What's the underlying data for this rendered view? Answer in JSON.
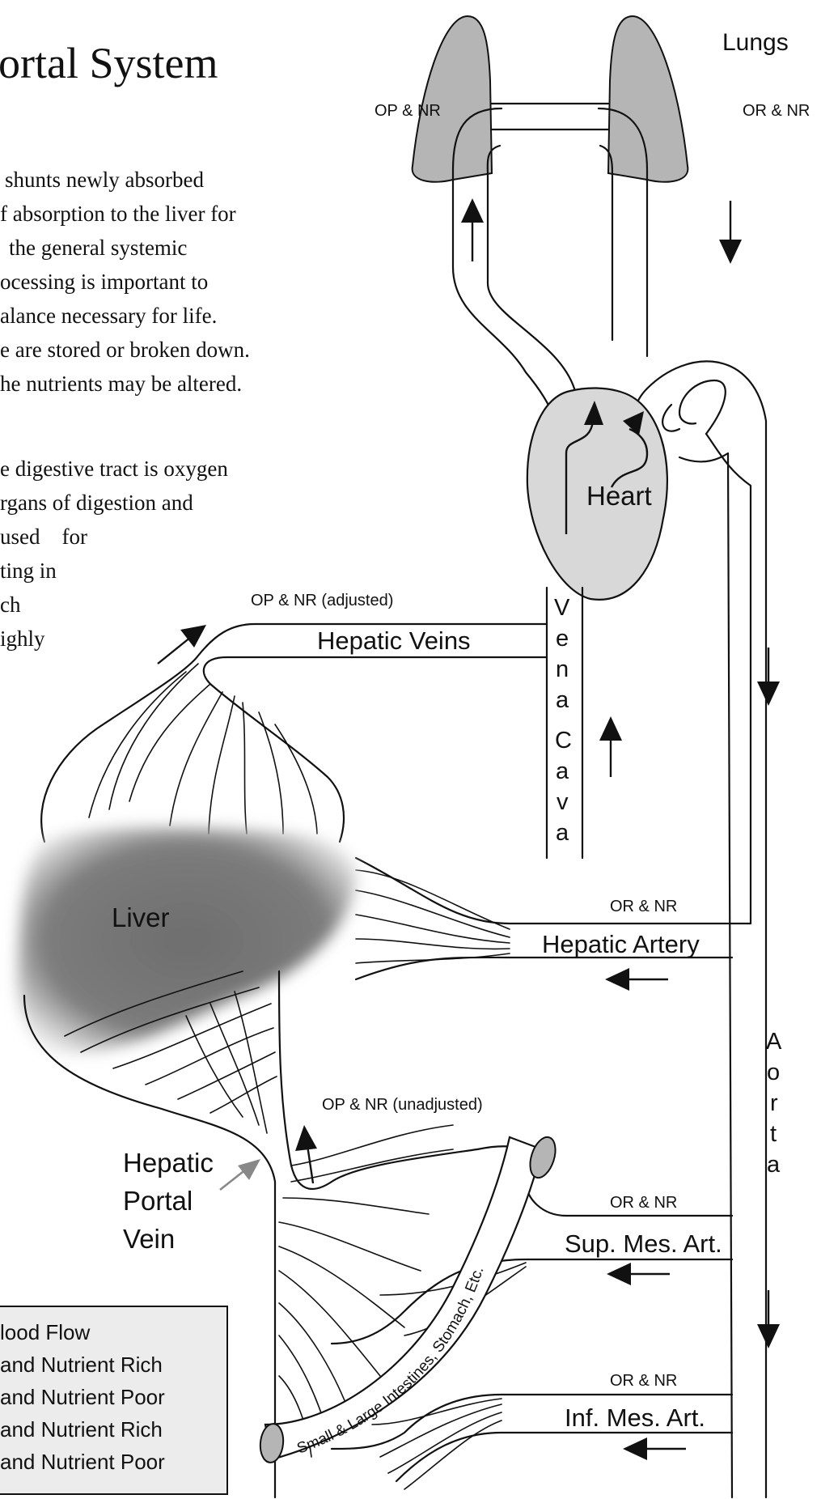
{
  "title": "ortal System",
  "body_text": {
    "para1": [
      "shunts newly absorbed",
      "f absorption to the liver for",
      "the general systemic",
      "ocessing is important to",
      "alance necessary for life.",
      "e are stored or broken down.",
      "he nutrients may be altered."
    ],
    "para2": [
      "e digestive tract is oxygen",
      "rgans of digestion and",
      "used    for",
      "ting in",
      "ch",
      "ighly"
    ]
  },
  "labels": {
    "lungs": "Lungs",
    "heart": "Heart",
    "liver": "Liver",
    "hepatic_veins": "Hepatic Veins",
    "hepatic_artery": "Hepatic Artery",
    "sup_mes_art": "Sup. Mes. Art.",
    "inf_mes_art": "Inf. Mes. Art.",
    "hepatic_portal_vein": [
      "Hepatic",
      "Portal",
      "Vein"
    ],
    "vena_cava": [
      "V",
      "e",
      "n",
      "a",
      "C",
      "a",
      "v",
      "a"
    ],
    "aorta": [
      "A",
      "o",
      "r",
      "t",
      "a"
    ],
    "intestine": "Small & Large Intestines, Stomach, Etc."
  },
  "flow_labels": {
    "op_nr_left": "OP & NR",
    "or_nr_right": "OR & NR",
    "op_nr_adjusted": "OP & NR (adjusted)",
    "or_nr_hepatic": "OR & NR",
    "op_nr_unadjusted": "OP & NR (unadjusted)",
    "or_nr_sup": "OR & NR",
    "or_nr_inf": "OR & NR"
  },
  "legend": {
    "lines": [
      "lood Flow",
      "and Nutrient Rich",
      "and Nutrient Poor",
      "and Nutrient Rich",
      "and Nutrient Poor"
    ]
  },
  "colors": {
    "organ_gray": "#b5b5b5",
    "heart_fill": "#d8d8d8",
    "liver_dark": "#7a7a7a",
    "legend_bg": "#ececec",
    "pointer_gray": "#888888"
  }
}
